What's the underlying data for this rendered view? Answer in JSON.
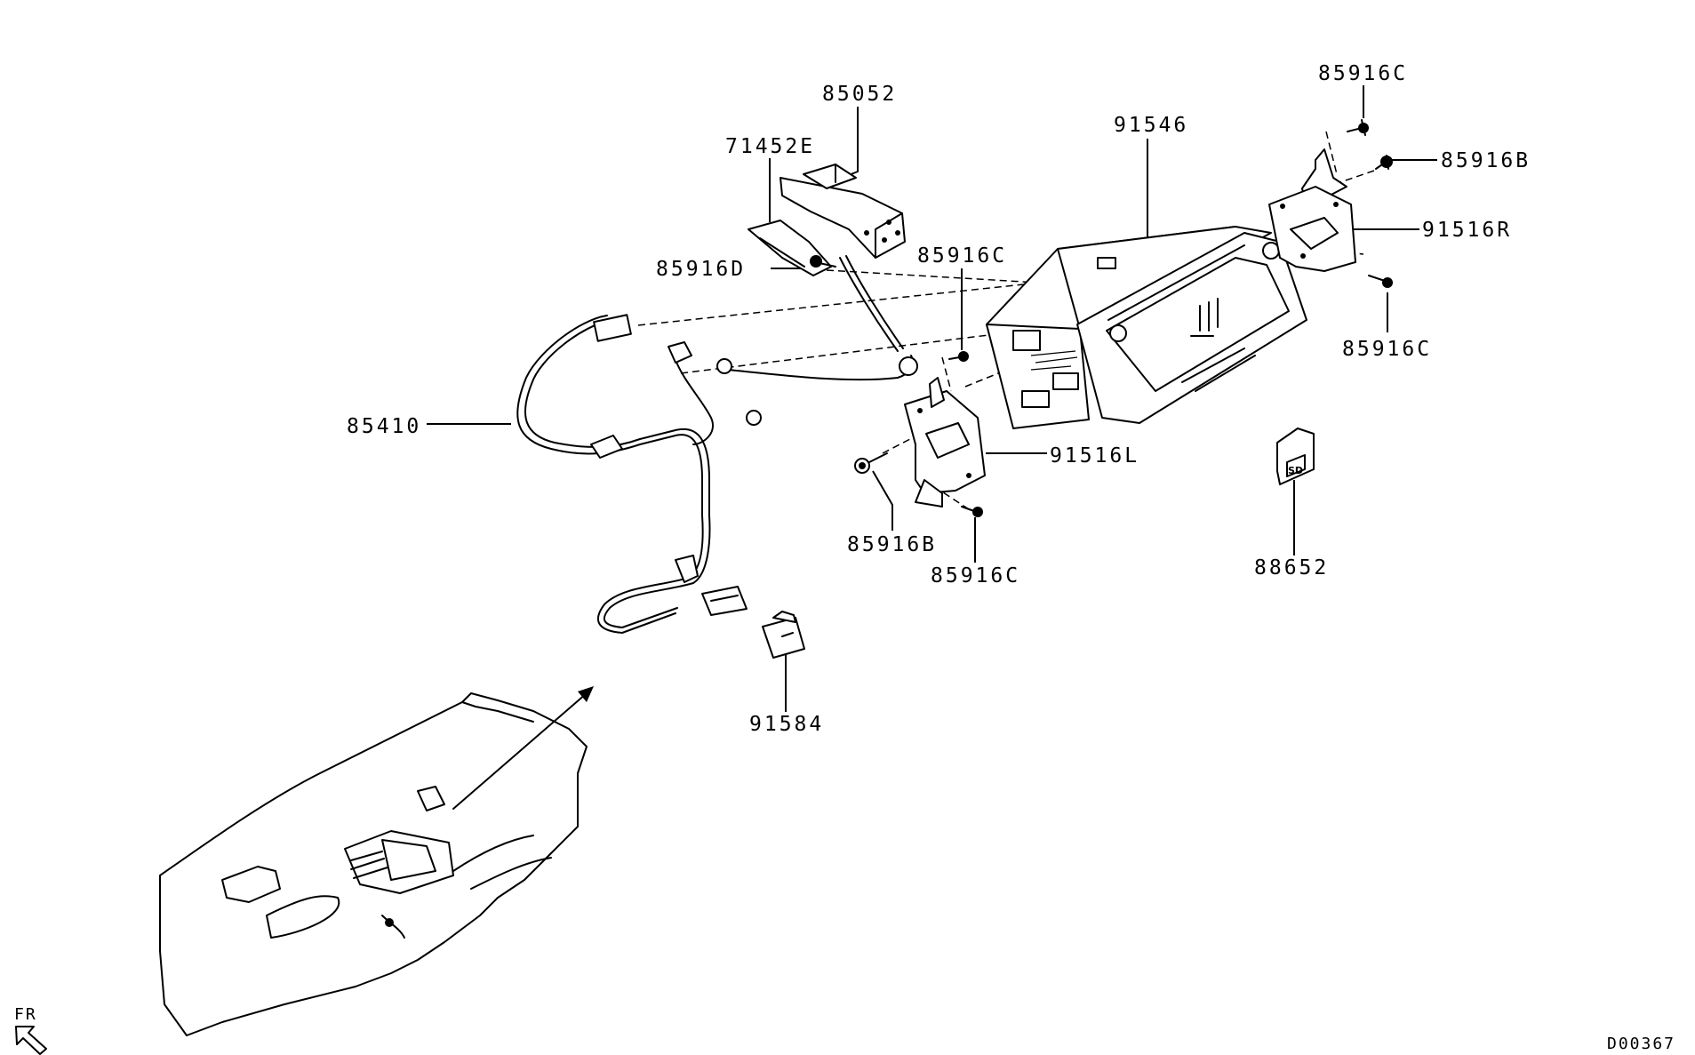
{
  "parts": {
    "p85052": "85052",
    "p71452E": "71452E",
    "p91546": "91546",
    "p85916C_top": "85916C",
    "p85916B_right": "85916B",
    "p91516R": "91516R",
    "p85916C_right": "85916C",
    "p85916C_mid": "85916C",
    "p85916D": "85916D",
    "p85410": "85410",
    "p91516L": "91516L",
    "p85916B_left": "85916B",
    "p85916C_bottom": "85916C",
    "p88652": "88652",
    "p91584": "91584"
  },
  "sd_card_text": "SD",
  "orientation_label": "FR",
  "diagram_code": "D00367"
}
